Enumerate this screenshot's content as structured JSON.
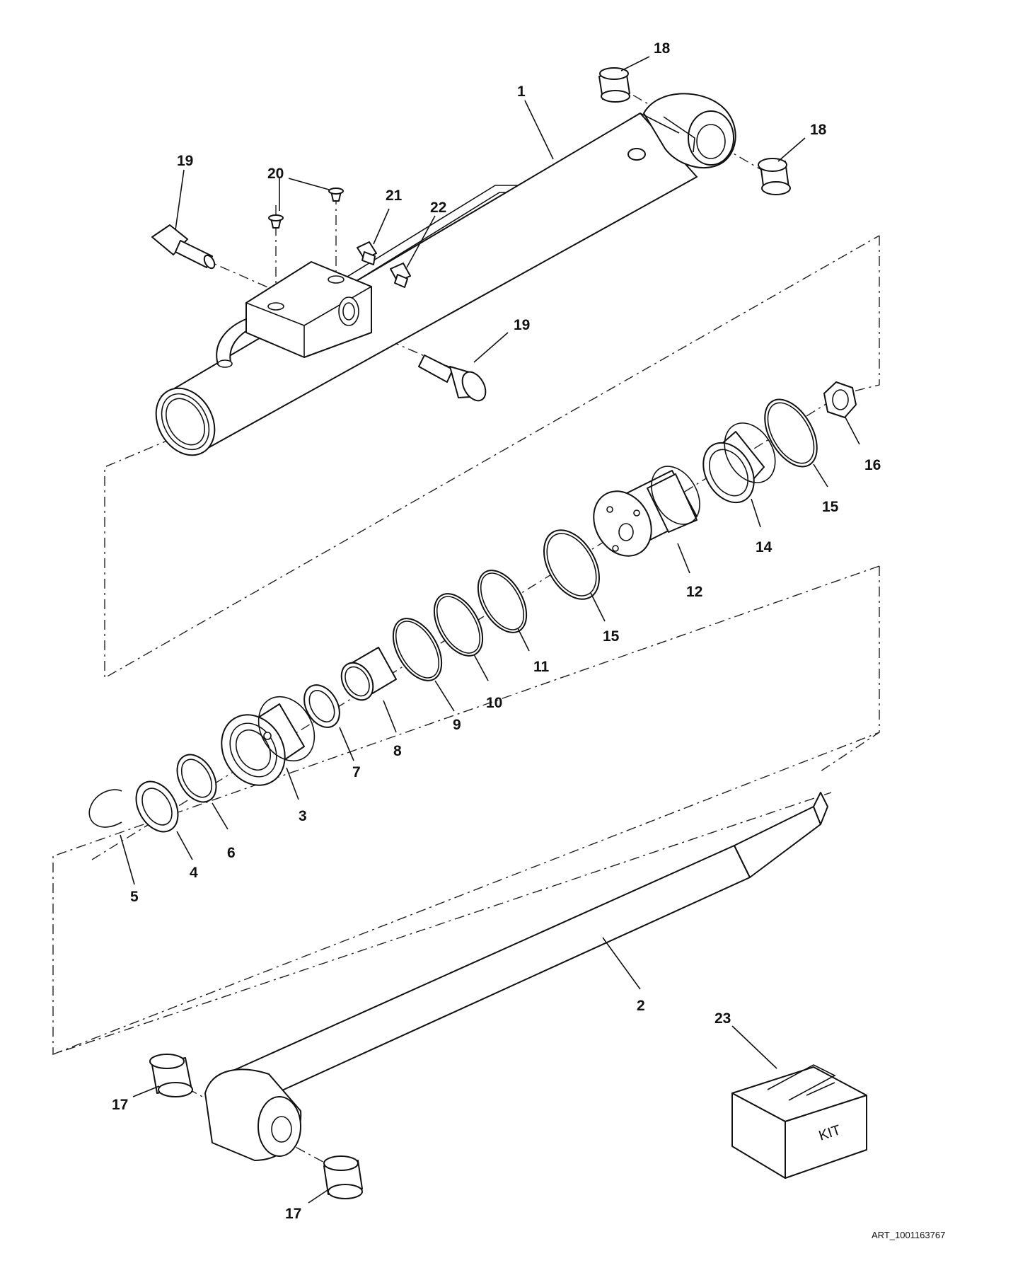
{
  "art_id": "ART_1001163767",
  "kit_label": "KIT",
  "callouts": {
    "c1": "1",
    "c2": "2",
    "c3": "3",
    "c4": "4",
    "c5": "5",
    "c6": "6",
    "c7": "7",
    "c8": "8",
    "c9": "9",
    "c10": "10",
    "c11": "11",
    "c12": "12",
    "c14": "14",
    "c15a": "15",
    "c15b": "15",
    "c16": "16",
    "c17a": "17",
    "c17b": "17",
    "c18a": "18",
    "c18b": "18",
    "c19a": "19",
    "c19b": "19",
    "c20": "20",
    "c21": "21",
    "c22": "22",
    "c23": "23"
  }
}
